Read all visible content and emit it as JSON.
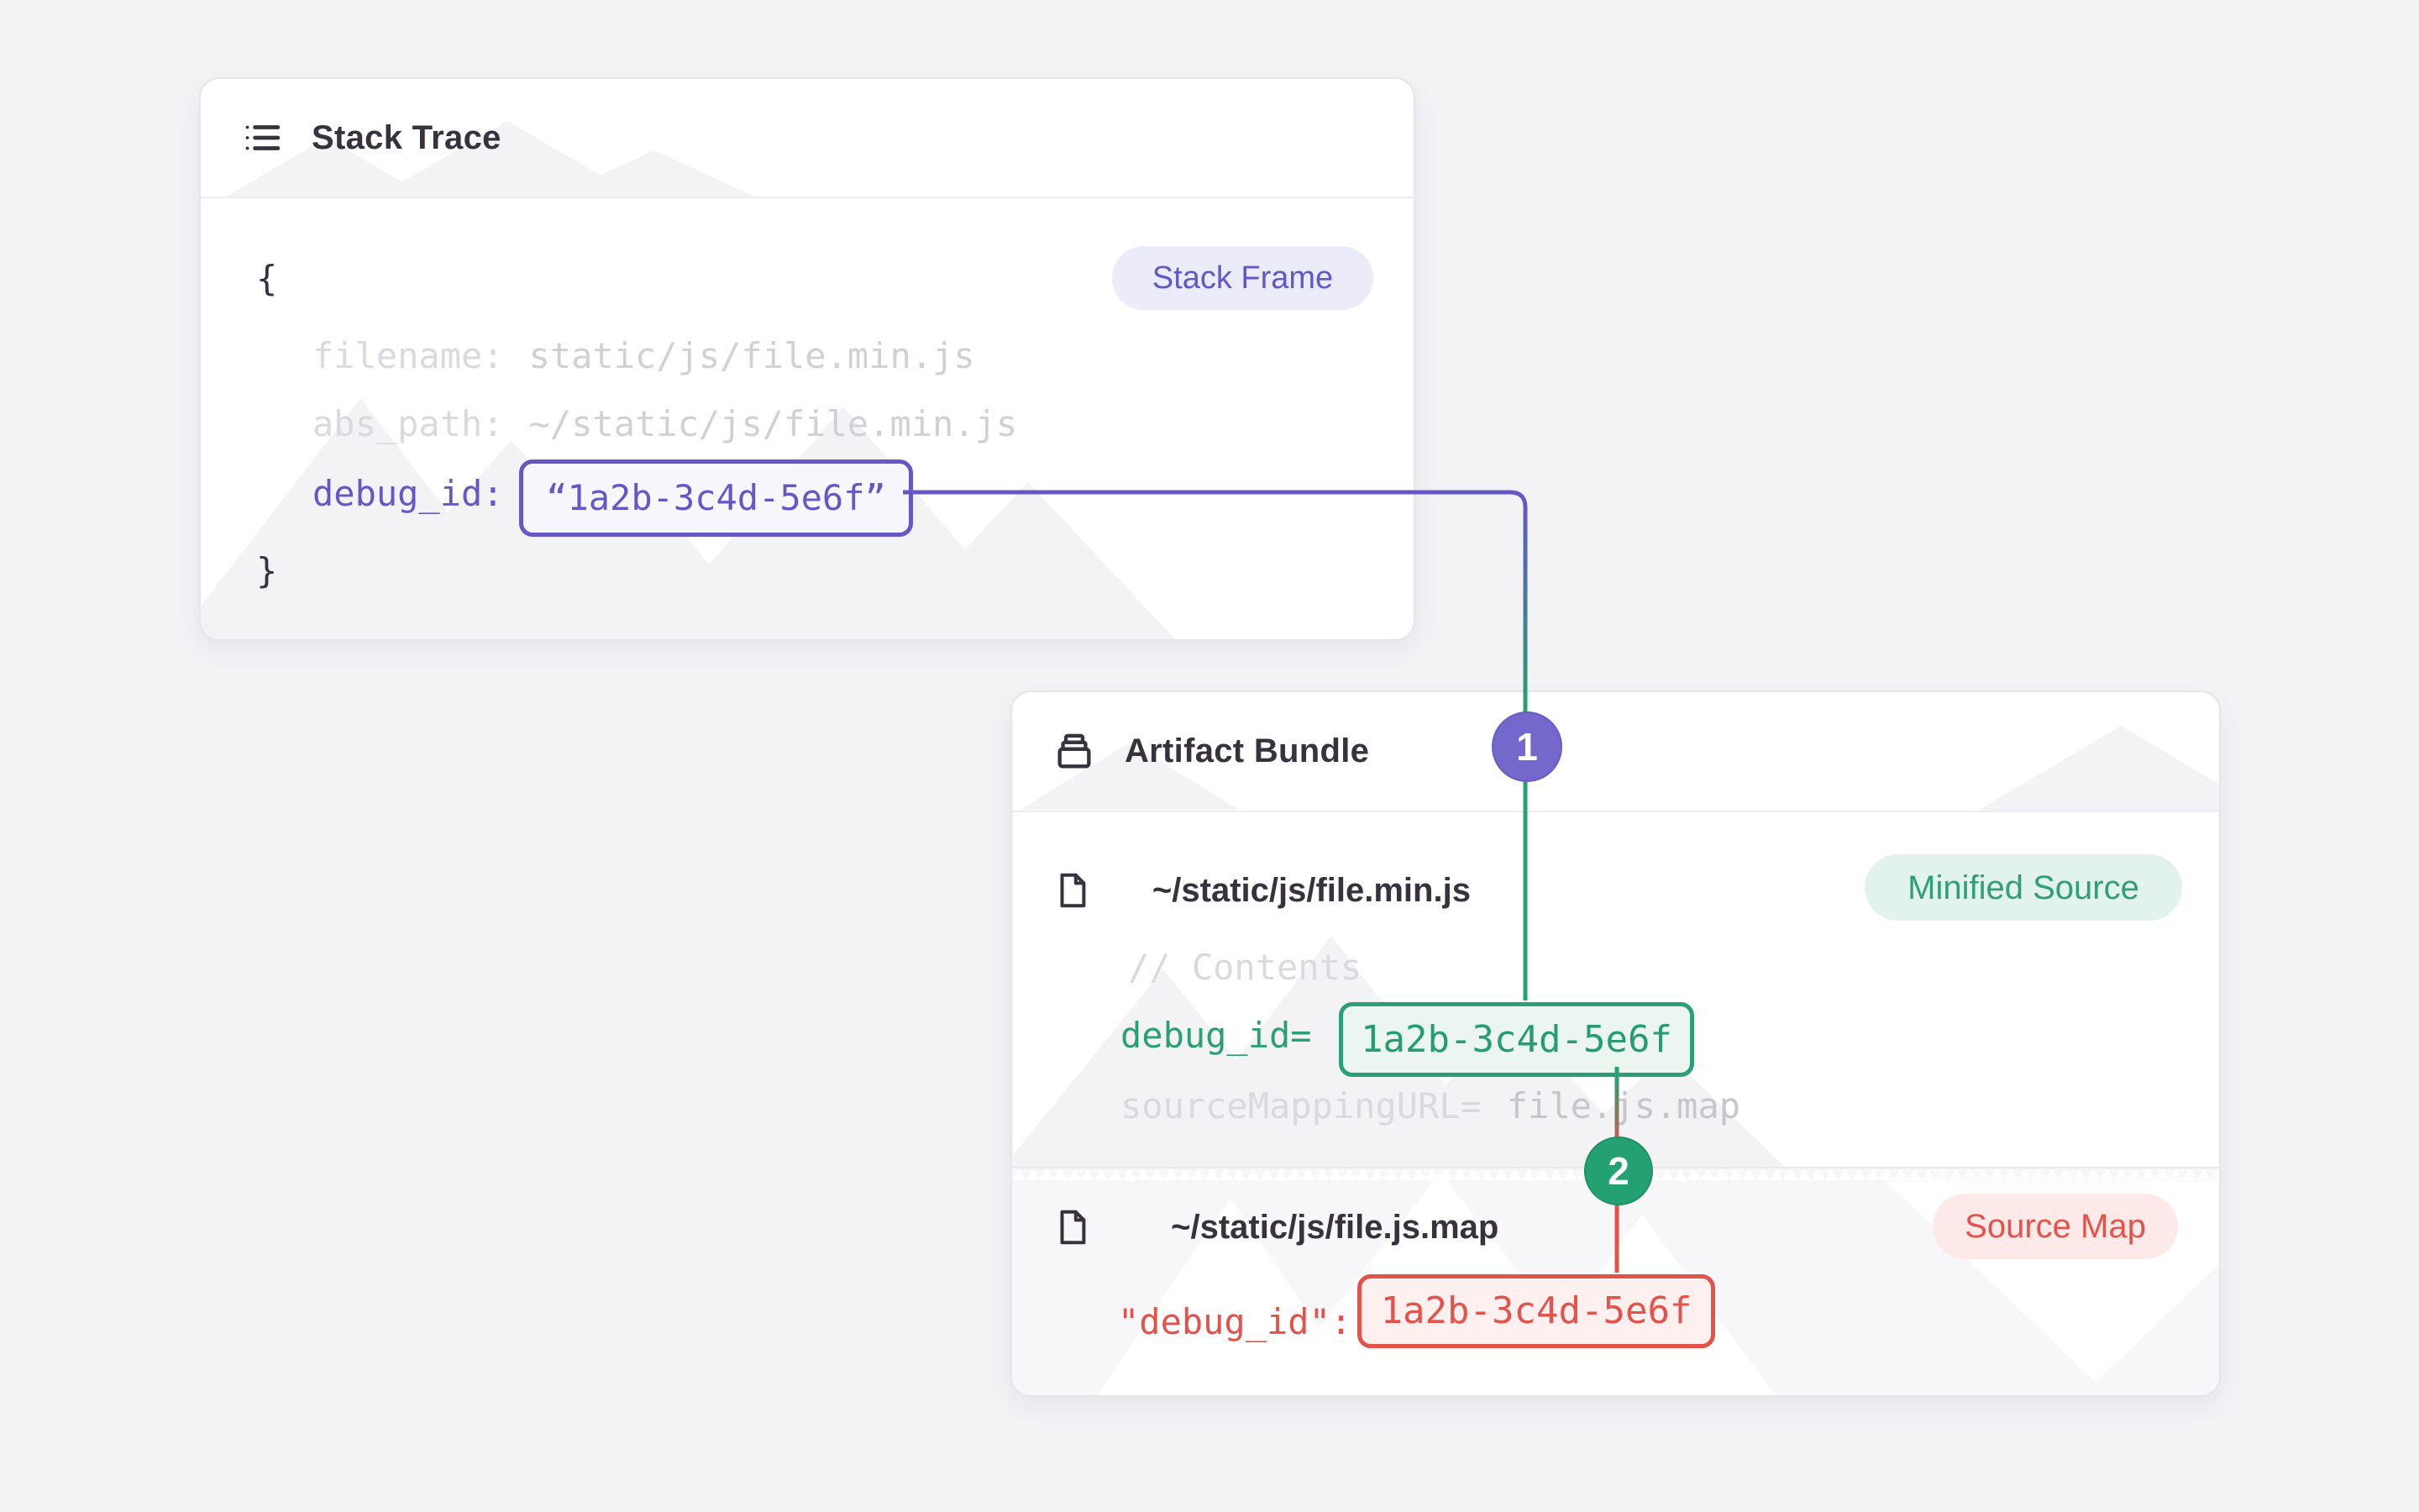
{
  "colors": {
    "page_bg": "#f3f3f6",
    "card_bg": "#ffffff",
    "card_border": "#e5e5ea",
    "dark_text": "#37323e",
    "muted_code_text": "#d9d9df",
    "purple_accent": "#6358c6",
    "green_accent": "#2aa070",
    "red_accent": "#e2534b",
    "step1_circle": "#7468cd",
    "step2_circle": "#23a173"
  },
  "stack_trace": {
    "title": "Stack Trace",
    "icon": "list-icon",
    "frame_badge": "Stack Frame",
    "code": {
      "open_brace": "{",
      "lines": [
        {
          "label": "filename:",
          "value": "static/js/file.min.js"
        },
        {
          "label": "abs_path:",
          "value": "~/static/js/file.min.js"
        }
      ],
      "debug_id_label": "debug_id:",
      "debug_id_value": "“1a2b-3c4d-5e6f”",
      "close_brace": "}"
    }
  },
  "artifact_bundle": {
    "title": "Artifact Bundle",
    "icon": "archive-icon",
    "minified_file": {
      "icon": "file-icon",
      "path": "~/static/js/file.min.js",
      "badge": "Minified Source",
      "comment": "// Contents",
      "debug_id_label": "debug_id=",
      "debug_id_value": "1a2b-3c4d-5e6f",
      "source_mapping_label": "sourceMappingURL=",
      "source_mapping_value": "file.js.map"
    },
    "sourcemap_file": {
      "icon": "file-icon",
      "path": "~/static/js/file.js.map",
      "badge": "Source Map",
      "debug_id_label": "\"debug_id\":",
      "debug_id_value": "1a2b-3c4d-5e6f"
    }
  },
  "connectors": {
    "step_1": "1",
    "step_2": "2"
  }
}
